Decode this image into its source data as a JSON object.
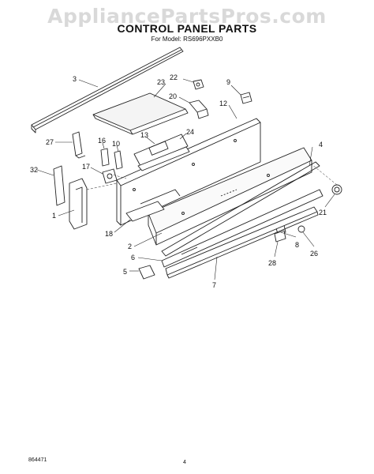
{
  "header": {
    "watermark": "AppliancePartsPros.com",
    "title": "CONTROL PANEL PARTS",
    "subtitle": "For Model: RS696PXXB0"
  },
  "footer": {
    "code": "864471",
    "page": "4"
  },
  "callouts": [
    {
      "id": "c3",
      "label": "3"
    },
    {
      "id": "c23",
      "label": "23"
    },
    {
      "id": "c22",
      "label": "22"
    },
    {
      "id": "c9",
      "label": "9"
    },
    {
      "id": "c20",
      "label": "20"
    },
    {
      "id": "c12",
      "label": "12"
    },
    {
      "id": "c13",
      "label": "13"
    },
    {
      "id": "c24",
      "label": "24"
    },
    {
      "id": "c27",
      "label": "27"
    },
    {
      "id": "c16",
      "label": "16"
    },
    {
      "id": "c10",
      "label": "10"
    },
    {
      "id": "c4",
      "label": "4"
    },
    {
      "id": "c17",
      "label": "17"
    },
    {
      "id": "c32",
      "label": "32"
    },
    {
      "id": "c21",
      "label": "21"
    },
    {
      "id": "c1",
      "label": "1"
    },
    {
      "id": "c18",
      "label": "18"
    },
    {
      "id": "c8",
      "label": "8"
    },
    {
      "id": "c2",
      "label": "2"
    },
    {
      "id": "c26",
      "label": "26"
    },
    {
      "id": "c6",
      "label": "6"
    },
    {
      "id": "c28",
      "label": "28"
    },
    {
      "id": "c5",
      "label": "5"
    },
    {
      "id": "c7",
      "label": "7"
    }
  ]
}
